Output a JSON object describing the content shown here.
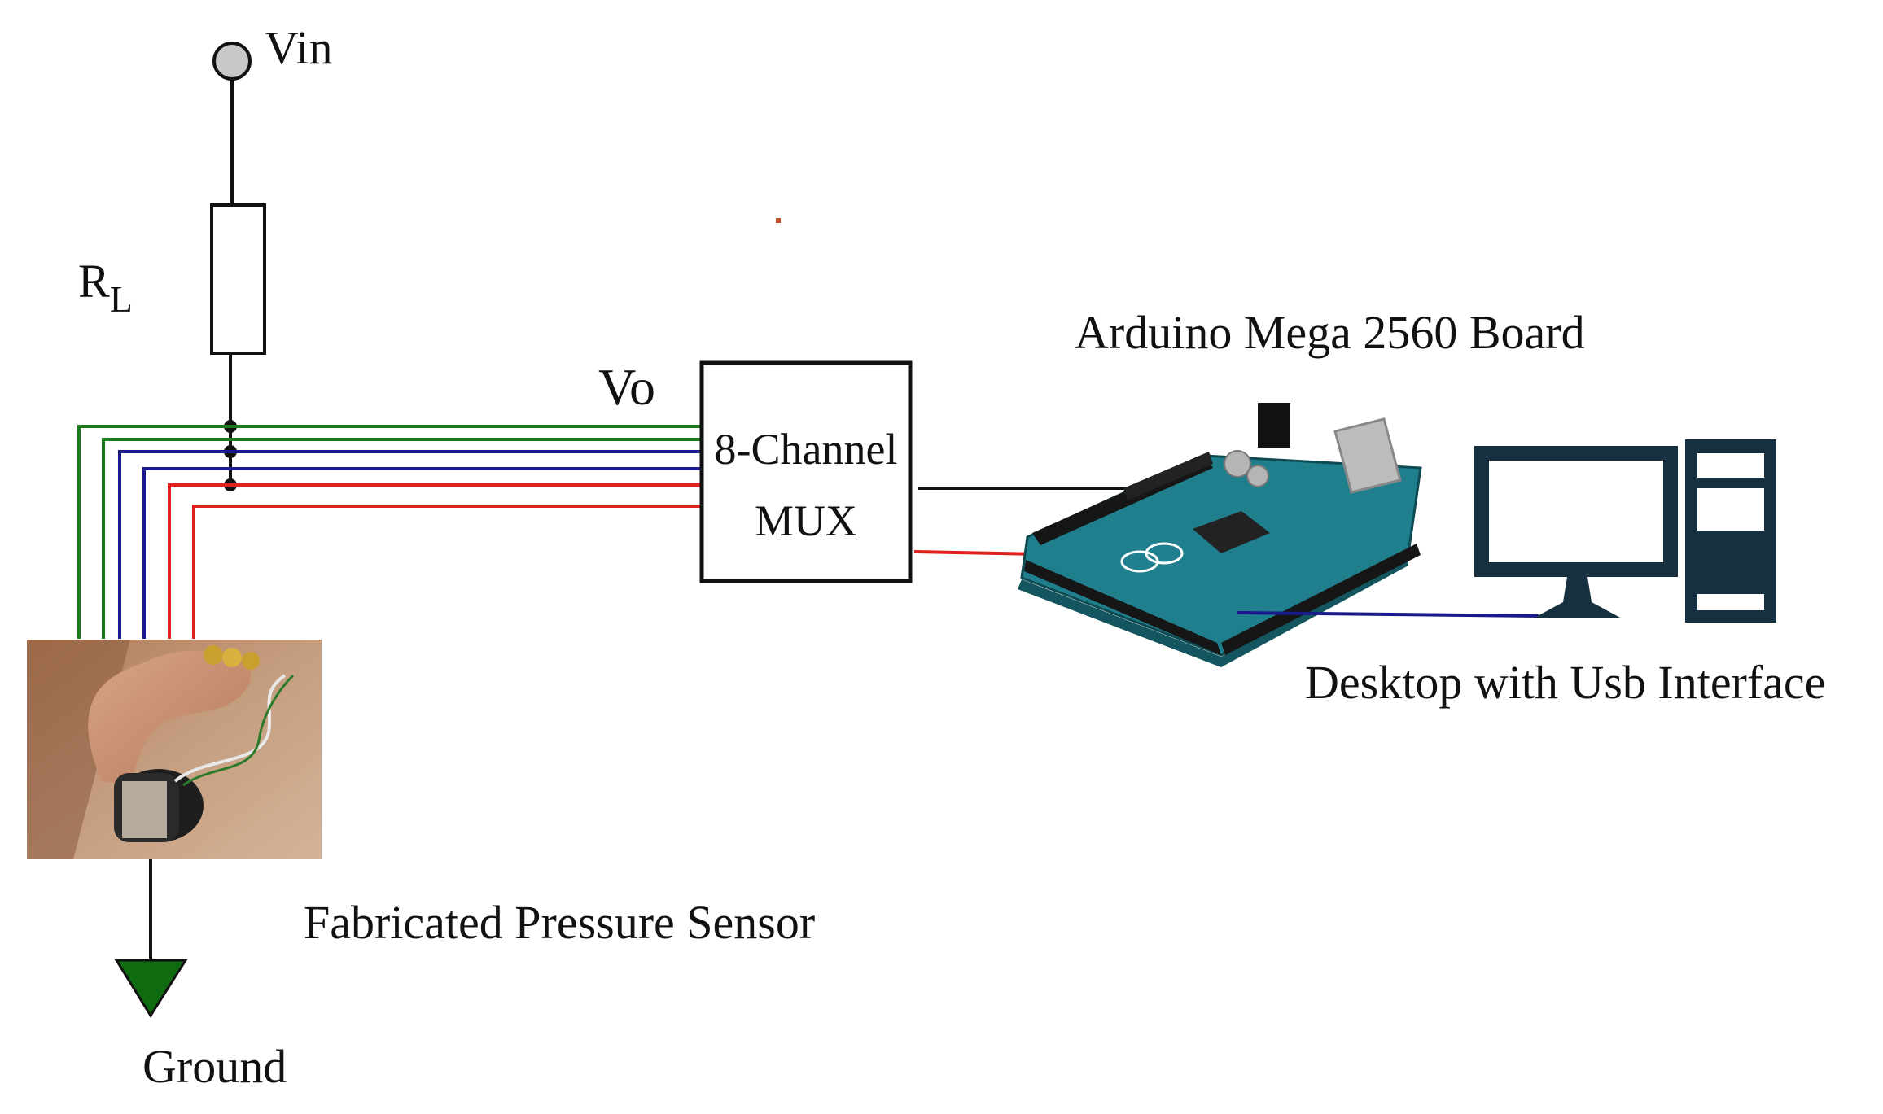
{
  "labels": {
    "vin": "Vin",
    "rl_main": "R",
    "rl_sub": "L",
    "vo": "Vo",
    "mux_line1": "8-Channel",
    "mux_line2": "MUX",
    "arduino": "Arduino Mega 2560 Board",
    "desktop": "Desktop with Usb Interface",
    "sensor": "Fabricated Pressure Sensor",
    "ground": "Ground"
  },
  "colors": {
    "wire_green": "#1a7a1a",
    "wire_blue": "#1a1a8c",
    "wire_red": "#e0201c",
    "wire_black": "#111111",
    "ground_fill": "#0f6b10",
    "board_teal": "#1f7f8c",
    "monitor": "#17303f"
  },
  "icons": {
    "supply": "supply-terminal-icon",
    "resistor": "resistor-icon",
    "ground": "ground-symbol-icon",
    "board": "arduino-board-icon",
    "desktop": "desktop-computer-icon",
    "sensor": "pressure-sensor-photo"
  }
}
